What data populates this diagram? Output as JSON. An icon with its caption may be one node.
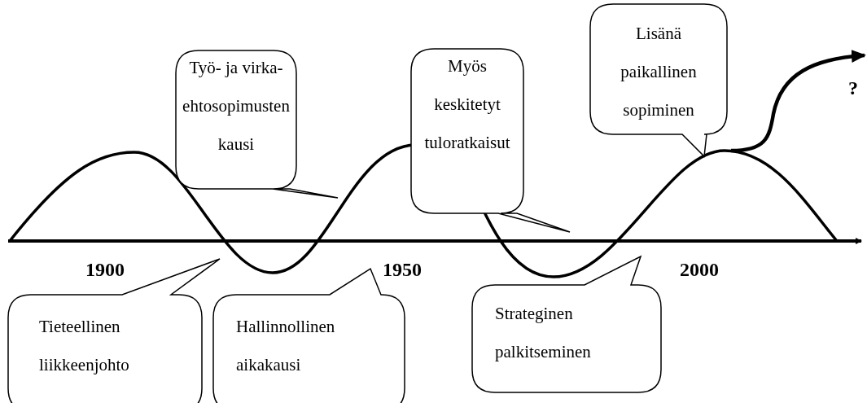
{
  "diagram": {
    "nodes": [
      {
        "text": [
          "Tieteellinen liikkeenjohto"
        ]
      },
      {
        "text": [
          "Työ- ja virka-ehtosopimusten kausi"
        ]
      },
      {
        "text": [
          "Hallinnollinen aikakausi"
        ]
      },
      {
        "text": [
          "Myös keskitetyt tuloratkaisut"
        ]
      },
      {
        "text": [
          "Strateginen palkitseminen"
        ]
      },
      {
        "text": [
          "Lisänä paikallinen sopiminen"
        ]
      }
    ],
    "labels": [
      "1900",
      "1950",
      "2000",
      "?"
    ]
  }
}
